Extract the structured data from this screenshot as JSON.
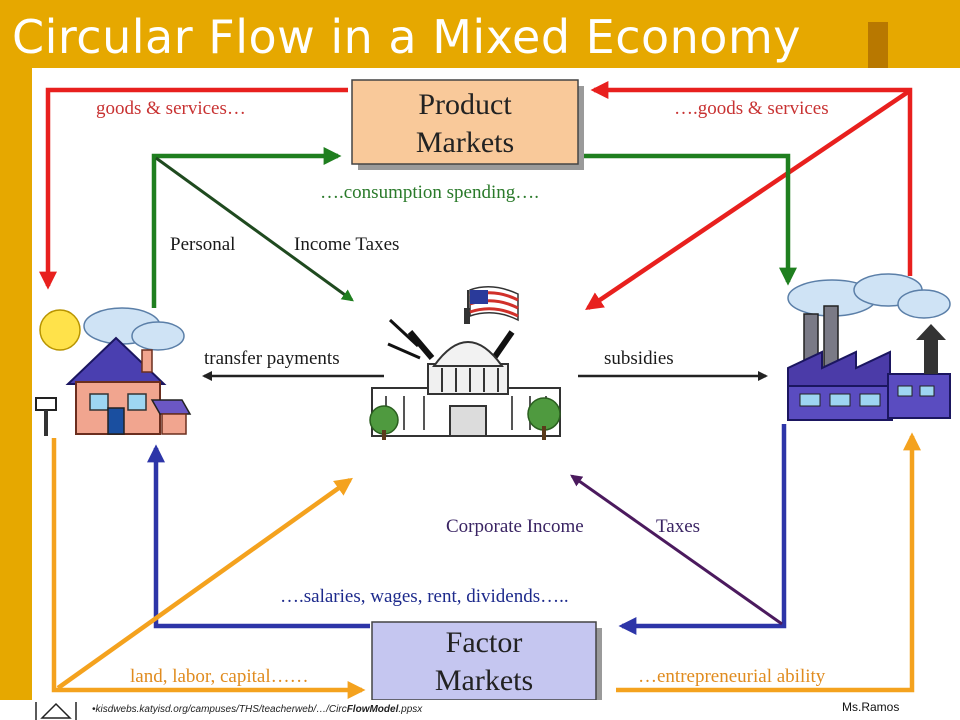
{
  "title": "Circular Flow in a Mixed Economy",
  "nodes": {
    "product_markets": [
      "Product",
      "Markets"
    ],
    "factor_markets": [
      "Factor",
      "Markets"
    ]
  },
  "labels": {
    "goods_services_left": "goods & services…",
    "goods_services_right": "….goods & services",
    "consumption_spending": "….consumption spending….",
    "personal": "Personal",
    "income_taxes": "Income Taxes",
    "transfer_payments": "transfer payments",
    "subsidies": "subsidies",
    "corporate_income": "Corporate Income",
    "taxes": "Taxes",
    "salaries": "….salaries, wages, rent, dividends…..",
    "land_labor_capital": "land, labor, capital……",
    "entrepreneurial_ability": "…entrepreneurial ability"
  },
  "footer": {
    "url_prefix": "•kisdwebs.katyisd.org/campuses/THS/teacherweb/…/Circ",
    "url_bold": "FlowModel",
    "url_suffix": ".ppsx",
    "author": "Ms.Ramos"
  },
  "colors": {
    "background": "#e6a800",
    "red": "#e8201e",
    "green": "#1f7f1f",
    "blue": "#2d35a8",
    "orange": "#f4a21e",
    "purple": "#4b1a5e",
    "product_box": "#f9c99a",
    "factor_box": "#c5c6f0"
  },
  "icons": [
    "house-icon",
    "government-building-icon",
    "factory-icon",
    "flag-icon"
  ]
}
